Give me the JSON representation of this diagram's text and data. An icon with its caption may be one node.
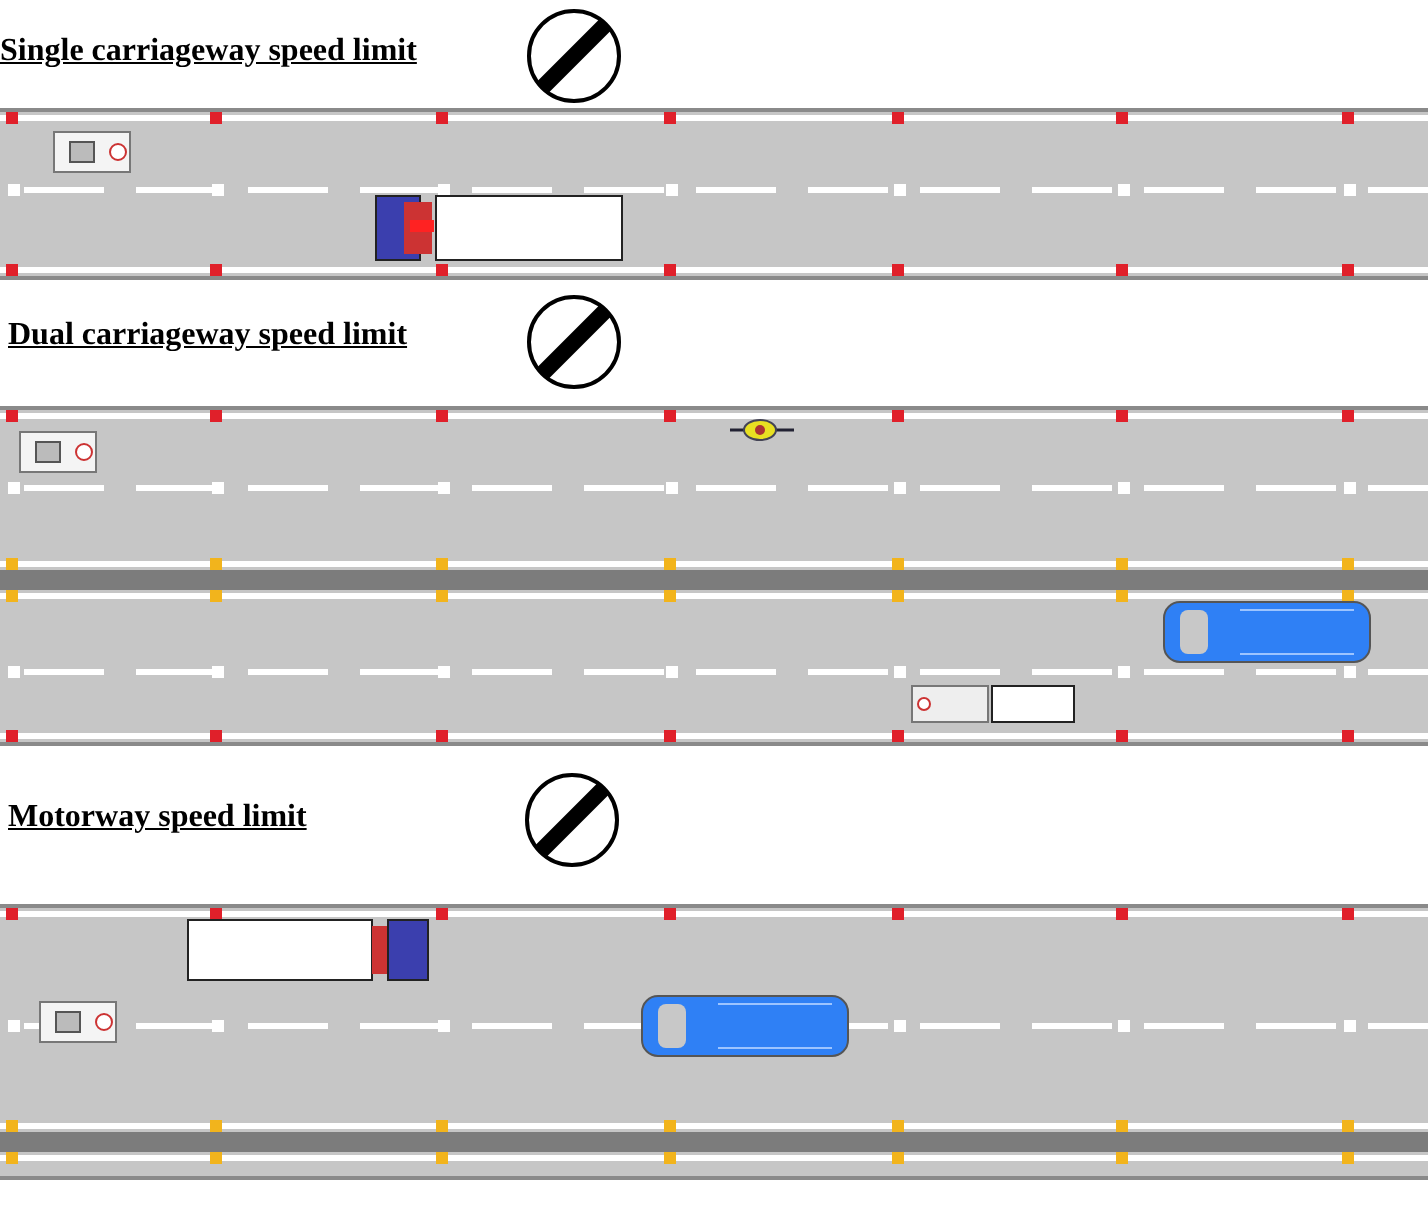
{
  "diagram": {
    "labels": [
      "Single carriageway speed limit",
      "Dual carriageway speed limit",
      "Motorway speed limit"
    ]
  }
}
